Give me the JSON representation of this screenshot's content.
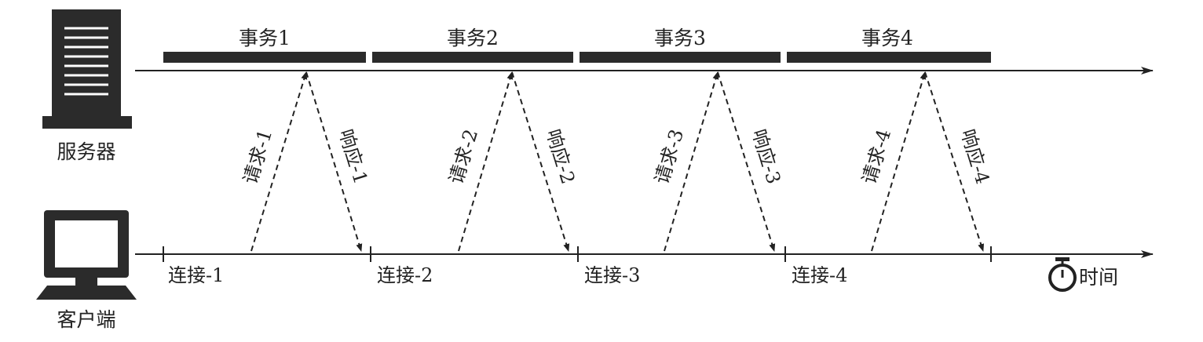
{
  "labels": {
    "server": "服务器",
    "client": "客户端",
    "time": "时间"
  },
  "icons": {
    "server": "server-icon",
    "client": "computer-icon",
    "time": "stopwatch-icon"
  },
  "colors": {
    "ink": "#222222",
    "bar": "#2b2b2b",
    "background": "#ffffff"
  },
  "transactions": [
    {
      "label": "事务1",
      "request": "请求-1",
      "response": "响应-1",
      "connection": "连接-1"
    },
    {
      "label": "事务2",
      "request": "请求-2",
      "response": "响应-2",
      "connection": "连接-2"
    },
    {
      "label": "事务3",
      "request": "请求-3",
      "response": "响应-3",
      "connection": "连接-3"
    },
    {
      "label": "事务4",
      "request": "请求-4",
      "response": "响应-4",
      "connection": "连接-4"
    }
  ]
}
